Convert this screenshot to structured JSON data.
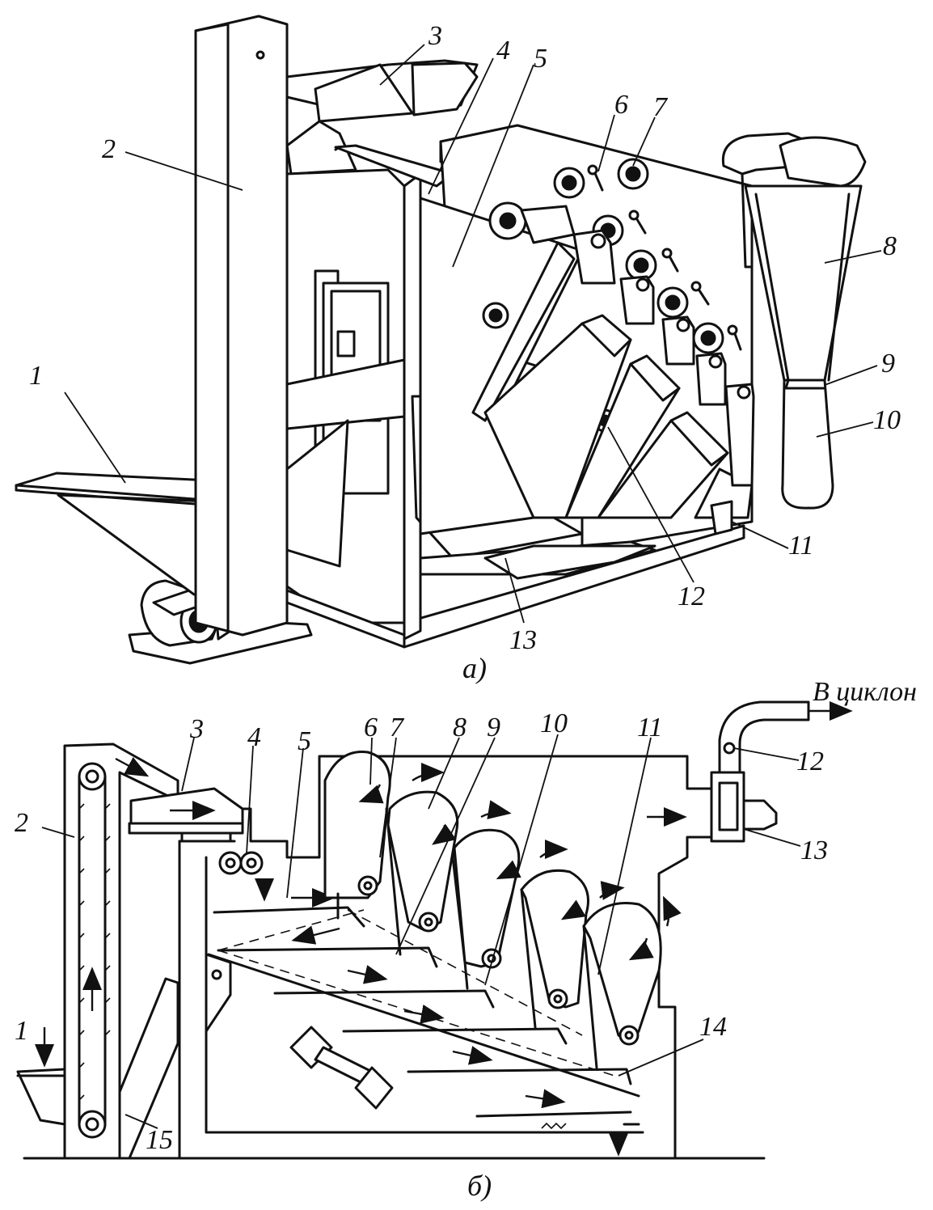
{
  "top_view": {
    "caption": "а)",
    "labels": [
      "1",
      "2",
      "3",
      "4",
      "5",
      "6",
      "7",
      "8",
      "9",
      "10",
      "11",
      "12",
      "13"
    ]
  },
  "bottom_view": {
    "caption": "б)",
    "outlet_label": "В циклон",
    "labels": [
      "1",
      "2",
      "3",
      "4",
      "5",
      "6",
      "7",
      "8",
      "9",
      "10",
      "11",
      "12",
      "13",
      "14",
      "15"
    ]
  }
}
